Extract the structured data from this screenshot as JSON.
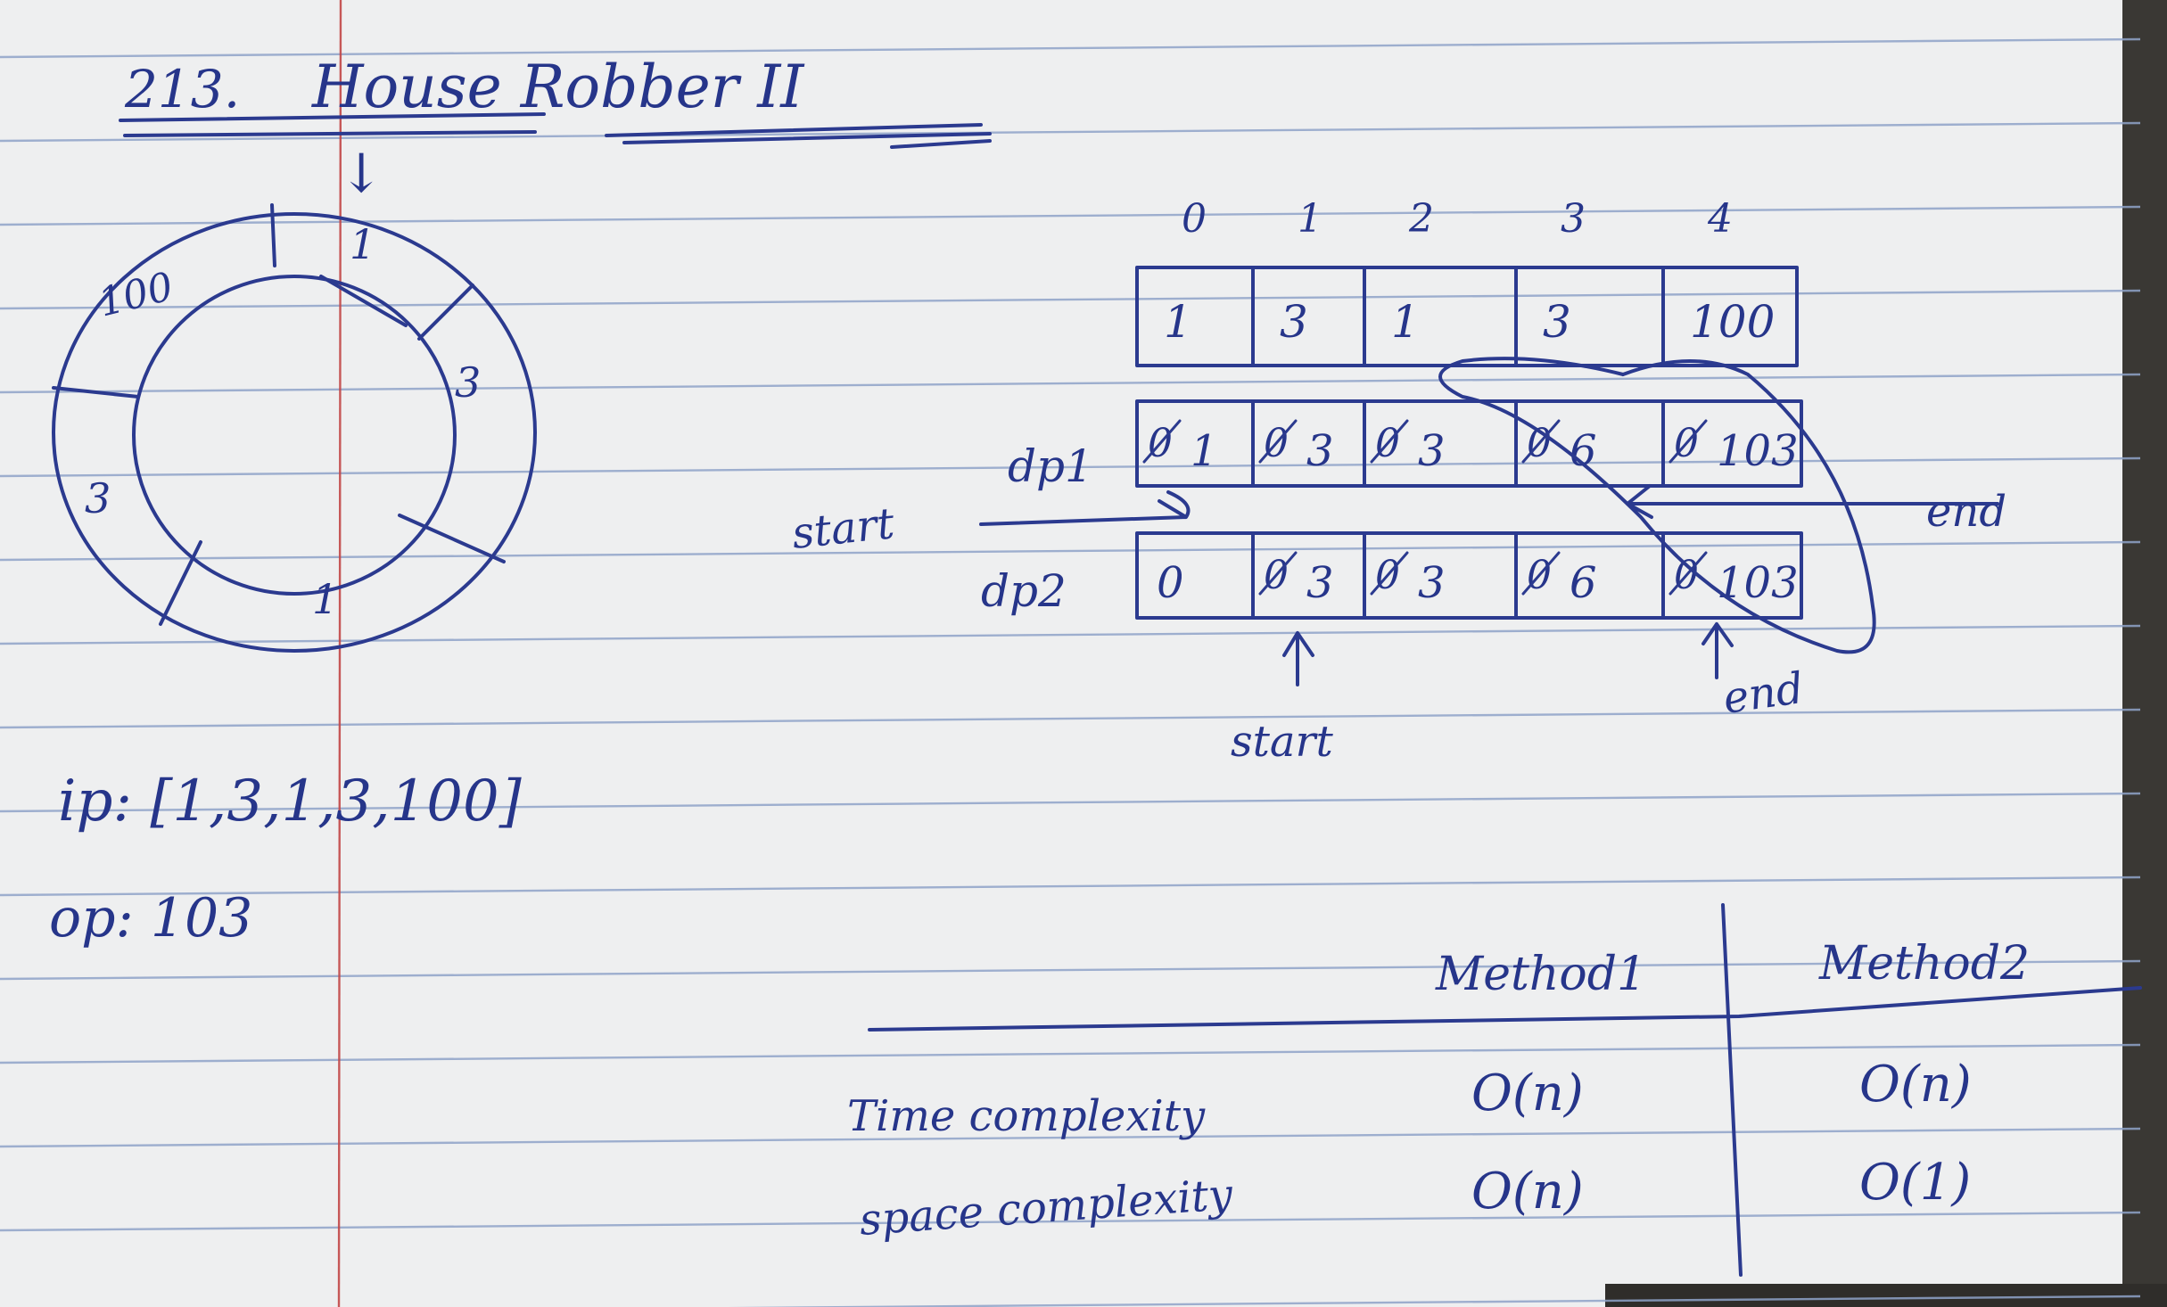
{
  "title": {
    "number": "213.",
    "name": "House Robber II"
  },
  "circle": {
    "top_marker": "↓",
    "segments": [
      "1",
      "3",
      "1",
      "3",
      "100"
    ]
  },
  "array": {
    "indices": [
      "0",
      "1",
      "2",
      "3",
      "4"
    ],
    "values": [
      "1",
      "3",
      "1",
      "3",
      "100"
    ]
  },
  "dp1": {
    "label": "dp1",
    "cells": [
      {
        "crossed": "0",
        "value": "1"
      },
      {
        "crossed": "0",
        "value": "3"
      },
      {
        "crossed": "0",
        "value": "3"
      },
      {
        "crossed": "0",
        "value": "6"
      },
      {
        "crossed": "0",
        "value": "103"
      }
    ],
    "start_label": "start",
    "end_label": "end"
  },
  "dp2": {
    "label": "dp2",
    "cells": [
      {
        "crossed": "",
        "value": "0"
      },
      {
        "crossed": "0",
        "value": "3"
      },
      {
        "crossed": "0",
        "value": "3"
      },
      {
        "crossed": "0",
        "value": "6"
      },
      {
        "crossed": "0",
        "value": "103"
      }
    ],
    "start_label": "start",
    "end_label": "end"
  },
  "io": {
    "input": "ip: [1,3,1,3,100]",
    "output": "op: 103"
  },
  "complexity": {
    "headers": [
      "Method1",
      "Method2"
    ],
    "rows": [
      {
        "label": "Time complexity",
        "m1": "O(n)",
        "m2": "O(n)"
      },
      {
        "label": "space complexity",
        "m1": "O(n)",
        "m2": "O(1)"
      }
    ]
  }
}
